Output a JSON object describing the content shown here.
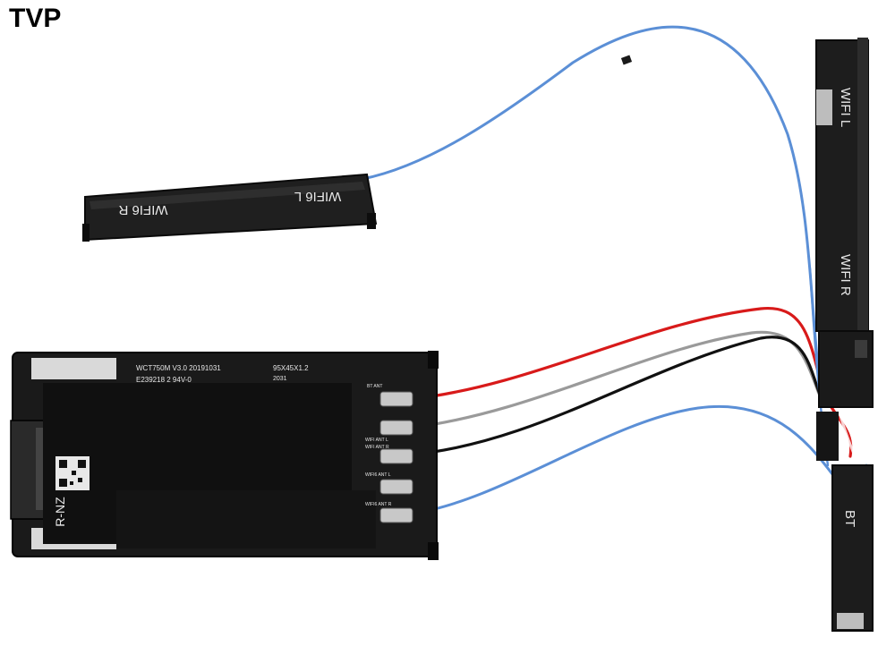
{
  "title": "TVP",
  "antenna_top": {
    "label_left": "WIFI6 R",
    "label_right": "WIFI6 L"
  },
  "antenna_right": {
    "label_top": "WIFI L",
    "label_mid": "WIFI R",
    "label_bottom": "BT"
  },
  "module": {
    "model": "WCT750M V3.0 20191031",
    "size": "95X45X1.2",
    "cert": "E239218 2 94V-0",
    "date_code": "2031",
    "region_mark": "R-NZ",
    "ports": {
      "bt": "BT ANT",
      "wifi_r": "WIFI ANT R",
      "wifi_l": "WIFI ANT L",
      "wifi6_l": "WIFI6 ANT L",
      "wifi6_r": "WIFI6 ANT R"
    }
  },
  "colors": {
    "wire_red": "#d81a1a",
    "wire_grey": "#9a9a9a",
    "wire_black": "#111111",
    "wire_blue": "#5b8fd6",
    "board": "#1c1c1c"
  }
}
